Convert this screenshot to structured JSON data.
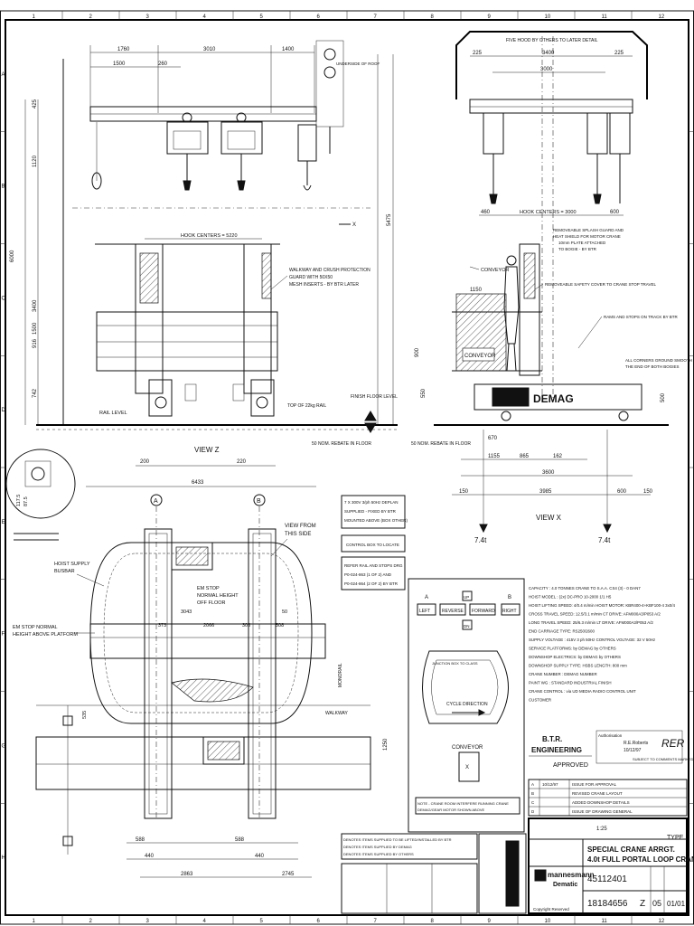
{
  "border": {
    "columns": [
      "1",
      "2",
      "3",
      "4",
      "5",
      "6",
      "7",
      "8",
      "9",
      "10",
      "11",
      "12"
    ],
    "rows": [
      "A",
      "B",
      "C",
      "D",
      "E",
      "F",
      "G",
      "H"
    ]
  },
  "top_left_view": {
    "dims_top": [
      "1760",
      "3010",
      "1400"
    ],
    "dims_second": [
      "1500",
      "260"
    ],
    "hook_centers": "HOOK CENTERS = 5220",
    "height_dims": [
      "425",
      "1120",
      "6000",
      "5475",
      "3400",
      "1500",
      "916",
      "742"
    ],
    "undersite_note": "UNDERSIDE OF ROOF",
    "walkway_note": [
      "WALKWAY AND CRUSH PROTECTION",
      "GUARD WITH 50X50",
      "MESH INSERTS - BY BTR LATER"
    ],
    "rail_level": "RAIL LEVEL",
    "top_rail": "TOP OF 22kg RAIL",
    "finish_floor": "FINISH FLOOR LEVEL",
    "rebate_left": "50 NOM. REBATE IN FLOOR",
    "rebate_right": "50 NOM. REBATE IN FLOOR",
    "bottom_dims": [
      "200",
      "220"
    ],
    "view_label": "VIEW Z",
    "x_arrow": "X"
  },
  "top_right_view": {
    "top_note": "FIVE HOOD BY OTHERS TO LATER DETAIL",
    "dims": [
      "225",
      "3400",
      "3000",
      "225"
    ],
    "hook_centers": "HOOK CENTERS = 3000",
    "dim_460": "460",
    "dim_600": "600",
    "conveyor": "CONVEYOR",
    "conveyor_box": "CONVEYOR",
    "dim_1150": "1150",
    "notes": [
      "REMOVEABLE SPLASH GUARD AND",
      "HEAT SHIELD FOR MOTOR CRANE",
      "10mm PLATE ATTACHED",
      "TO BOGIE - BY BTR",
      "REMOVEABLE SAFETY COVER TO CRANE STOP TRAVEL",
      "RAMS AND STOPS ON TRACK BY BTR",
      "ALL CORNERS GROUND SMOOTH",
      "THE END OF BOTH BOGIES"
    ],
    "brand": "DEMAG",
    "bottom_dims": [
      "1155",
      "865",
      "162",
      "3600",
      "3985",
      "150",
      "150",
      "600"
    ],
    "small_dims": [
      "670",
      "500",
      "550",
      "900"
    ],
    "loads": [
      "7.4t",
      "7.4t"
    ],
    "view_label": "VIEW X"
  },
  "plan_view": {
    "dim_top": "6433",
    "grid_a": "A",
    "grid_b": "B",
    "view_from": [
      "VIEW FROM",
      "THIS SIDE"
    ],
    "emstop_1": [
      "EM STOP",
      "NORMAL HEIGHT",
      "OFF FLOOR"
    ],
    "emstop_2": [
      "EM STOP NORMAL",
      "HEIGHT ABOVE PLATFORM"
    ],
    "hoist_supply": [
      "HOIST SUPPLY",
      "BUSBAR"
    ],
    "walkway": "WALKWAY",
    "dims": [
      "2066",
      "3043",
      "308",
      "373",
      "508",
      "50"
    ],
    "bottom_dims": [
      "588",
      "588",
      "440",
      "440",
      "2863",
      "2745"
    ],
    "side_dims": [
      "535",
      "1250"
    ],
    "detail_dims": [
      "117.5",
      "87.5"
    ],
    "monorail": "MONORAIL"
  },
  "notes_boxes": [
    [
      "7 X 300V 3/ph 50Hz DEPLAN",
      "SUPPLIED - FIXED BY BTR",
      "MOUNTED ABOVE (BOX OTHER)"
    ],
    [
      "CONTROL BOX TO LOCATE"
    ],
    [
      "REFER RAIL AND STOPS DRG",
      "P0-024-863 (1 OF 2) AND",
      "P0-024-864 (2 OF 2) BY BTR"
    ]
  ],
  "pendant": {
    "buttons": [
      "LEFT",
      "REVERSE",
      "FORWARD",
      "RIGHT",
      "UP",
      "DN"
    ],
    "labels": [
      "A",
      "U",
      "D",
      "B"
    ],
    "junction": "JUNCTION BOX TO CLASS",
    "cycle": "CYCLE DIRECTION",
    "conveyor": "CONVEYOR",
    "note": [
      "NOTE - CRANE ROOM INTERFERE RUNNING CRANE",
      "DEMAG/GEAR MOTOR SHOWN ABOVE"
    ]
  },
  "spec_list": [
    "CAPACITY         : 4.0   TONNES CRANE TO S.A.A. CS4 (3) - 0 DAN7",
    "HOIST MODEL      : (2x) DC-PRO 10-2000 1/1 H5",
    "HOIST LIFTING SPEED: 4/0.4 m/min HOIST MOTOR: KBR400-4+KBF100-4 3x0/4",
    "CROSS TRAVEL SPEED: 12.5/3.1 m/min CT DRIVE: AFM000A3/P053 A/2",
    "LONG TRAVEL SPEED: 25/6.3 m/min LT DRIVE: AFM000A3/P053 A/2",
    "END CARRIAGE TYPE: RS250/2600",
    "SUPPLY VOLTAGE   : 415V 3 ph 50Hz  CONTROL VOLTAGE: 32 V 50Hz",
    "SERVICE PLATFORMS: by DEMAG  by OTHERS",
    "DOWNSHOP ELECTRICS: by DEMAG  by OTHERS",
    "DOWNSHOP SUPPLY TYPE: HSBS  LENGTH: 800 mm",
    "CRANE NUMBER     : DEMAG NUMBER",
    "PAINT WG         : STANDARD INDUSTRIAL FINISH",
    "CRANE CONTROL    : via UD MEDIA RADIO CONTROL UNIT",
    "CUSTOMER"
  ],
  "approval": {
    "company": "B.T.R.",
    "dept": "ENGINEERING",
    "status": "APPROVED",
    "drawn_label": "Authorisation",
    "approved_by": "R.E.Roberts",
    "approved_date": "10/12/97",
    "signature": "RER",
    "subject": "SUBJECT TO COMMENTS MARKED"
  },
  "revision_rows": [
    [
      "A",
      "10/12/97",
      "ISSUE FOR APPROVAL"
    ],
    [
      "B",
      "",
      "REVISED CRANE LAYOUT"
    ],
    [
      "C",
      "",
      "ADDED DOWNSHOP DETAILS"
    ],
    [
      "D",
      "",
      "ISSUE OF DRAWING GENERAL"
    ]
  ],
  "title_block": {
    "title_1": "SPECIAL CRANE ARRGT.",
    "title_2": "4.0t FULL PORTAL LOOP CRANE",
    "type_label": "TYPE",
    "company": "mannesmann",
    "division": "Dematic",
    "drawing_no": "45112401",
    "drawing_no_2": "18184656",
    "rev": "Z",
    "sheet": "05",
    "sheet_of": "01/01",
    "scale": "1:25",
    "copyright": "Copyright Reserved"
  },
  "legend": {
    "notes": [
      "DENOTES ITEMS SUPPLIED TO BE LIFTED/INSTALLED BY BTR",
      "DENOTES ITEMS SUPPLIED BY DEMAG",
      "DENOTES ITEMS SUPPLIED BY OTHERS"
    ]
  }
}
